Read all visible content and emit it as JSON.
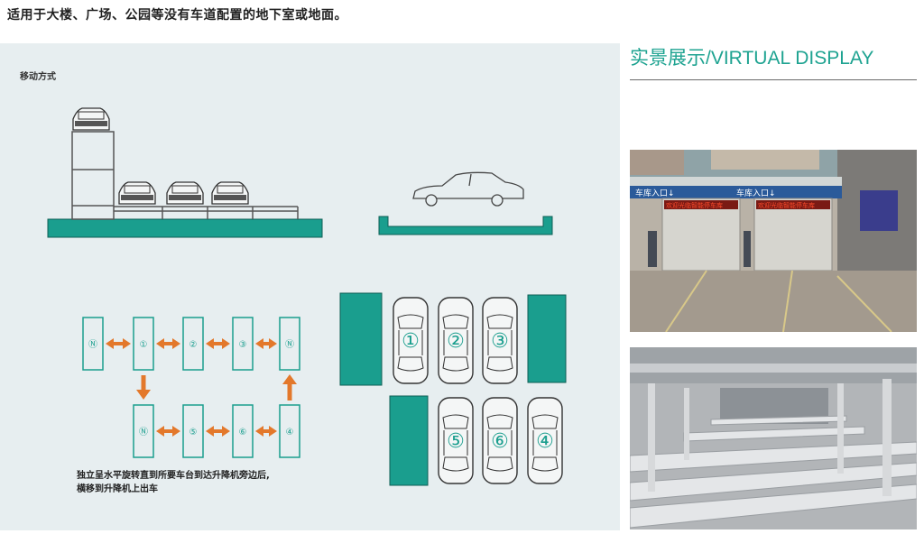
{
  "caption": "适用于大楼、广场、公园等没有车道配置的地下室或地面。",
  "diagram": {
    "movement_label": "移动方式",
    "note_lines": [
      "独立呈水平旋转直到所要车台到达升降机旁边后,",
      "横移到升降机上出车"
    ],
    "lift_symbol": "Ⓝ",
    "move_slots_top": [
      "Ⓝ",
      "①",
      "②",
      "③",
      "Ⓝ"
    ],
    "move_slots_bottom": [
      "Ⓝ",
      "⑤",
      "⑥",
      "④"
    ],
    "parked_row_top": [
      "①",
      "②",
      "③"
    ],
    "parked_row_bottom": [
      "⑤",
      "⑥",
      "④"
    ]
  },
  "section": {
    "heading": "实景展示/VIRTUAL DISPLAY"
  },
  "photos": {
    "entrance_signs": [
      "车库入口↓",
      "车库入口↓"
    ],
    "led_text": [
      "欢迎光临智能停车库",
      "欢迎光临智能停车库"
    ]
  },
  "colors": {
    "teal": "#1a9e8e",
    "arrow": "#e3782b",
    "heading": "#1ea391",
    "panel": "#e7eef0"
  }
}
